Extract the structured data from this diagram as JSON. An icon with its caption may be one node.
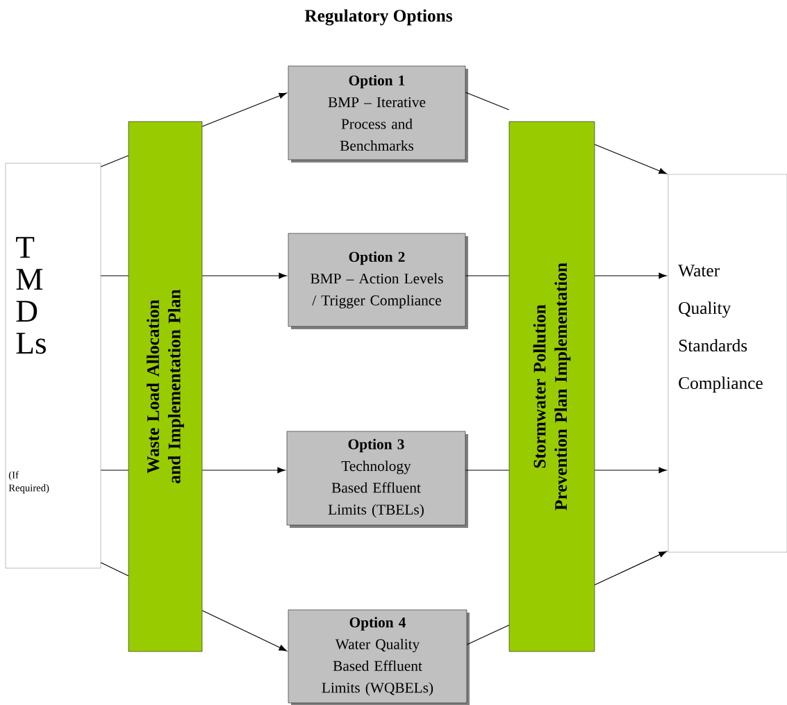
{
  "diagram": {
    "title": "Regulatory Options",
    "nodes": [
      {
        "text": [
          "T M D Ls",
          "(If Required)"
        ]
      },
      {
        "text": [
          "Waste Load Allocation and Implementation Plan"
        ]
      },
      {
        "text": [
          "Option 1",
          "BMP – Iterative Process and Benchmarks"
        ]
      },
      {
        "text": [
          "Option 2",
          "BMP – Action Levels / Trigger Compliance"
        ]
      },
      {
        "text": [
          "Option 3",
          "Technology Based Effluent Limits (TBELs)"
        ]
      },
      {
        "text": [
          "Option 4",
          "Water Quality Based Effluent Limits (WQBELs)"
        ]
      },
      {
        "text": [
          "Stormwater Pollution Prevention Plan Implementation"
        ]
      },
      {
        "text": [
          "Water Quality Standards Compliance"
        ]
      }
    ],
    "edges": [
      {
        "from": 0,
        "to": 1,
        "arrow": "none"
      },
      {
        "from": 0,
        "to": 1,
        "arrow": "none"
      },
      {
        "from": 0,
        "to": 1,
        "arrow": "none"
      },
      {
        "from": 0,
        "to": 1,
        "arrow": "none"
      },
      {
        "from": 1,
        "to": 2,
        "arrow": "to"
      },
      {
        "from": 1,
        "to": 3,
        "arrow": "to"
      },
      {
        "from": 1,
        "to": 4,
        "arrow": "to"
      },
      {
        "from": 1,
        "to": 5,
        "arrow": "to"
      },
      {
        "from": 2,
        "to": 6,
        "arrow": "none"
      },
      {
        "from": 3,
        "to": 6,
        "arrow": "none"
      },
      {
        "from": 4,
        "to": 6,
        "arrow": "none"
      },
      {
        "from": 5,
        "to": 6,
        "arrow": "none"
      },
      {
        "from": 6,
        "to": 7,
        "arrow": "to"
      },
      {
        "from": 6,
        "to": 7,
        "arrow": "to"
      },
      {
        "from": 6,
        "to": 7,
        "arrow": "to"
      },
      {
        "from": 6,
        "to": 7,
        "arrow": "to"
      }
    ]
  }
}
